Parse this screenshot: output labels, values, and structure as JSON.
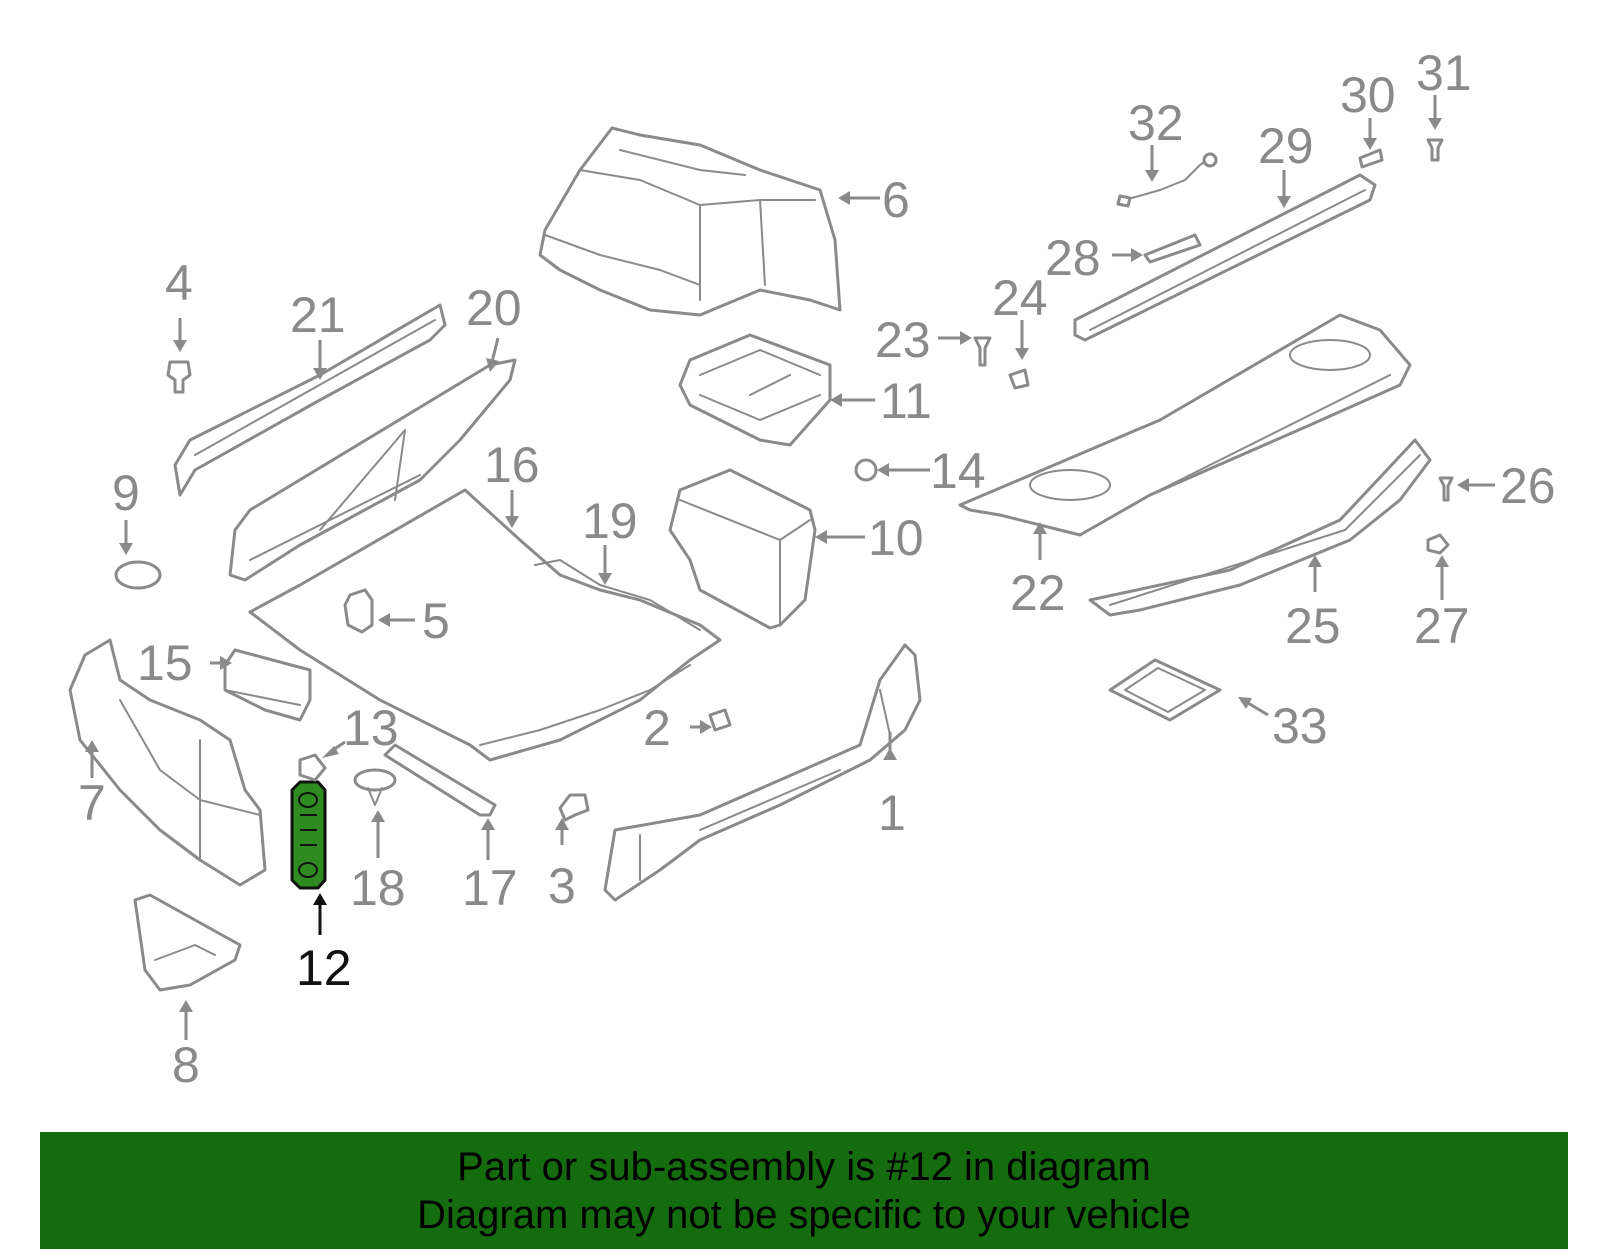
{
  "diagram": {
    "callouts": [
      {
        "id": "1",
        "label": "1"
      },
      {
        "id": "2",
        "label": "2"
      },
      {
        "id": "3",
        "label": "3"
      },
      {
        "id": "4",
        "label": "4"
      },
      {
        "id": "5",
        "label": "5"
      },
      {
        "id": "6",
        "label": "6"
      },
      {
        "id": "7",
        "label": "7"
      },
      {
        "id": "8",
        "label": "8"
      },
      {
        "id": "9",
        "label": "9"
      },
      {
        "id": "10",
        "label": "10"
      },
      {
        "id": "11",
        "label": "11"
      },
      {
        "id": "12",
        "label": "12",
        "highlighted": true
      },
      {
        "id": "13",
        "label": "13"
      },
      {
        "id": "14",
        "label": "14"
      },
      {
        "id": "15",
        "label": "15"
      },
      {
        "id": "16",
        "label": "16"
      },
      {
        "id": "17",
        "label": "17"
      },
      {
        "id": "18",
        "label": "18"
      },
      {
        "id": "19",
        "label": "19"
      },
      {
        "id": "20",
        "label": "20"
      },
      {
        "id": "21",
        "label": "21"
      },
      {
        "id": "22",
        "label": "22"
      },
      {
        "id": "23",
        "label": "23"
      },
      {
        "id": "24",
        "label": "24"
      },
      {
        "id": "25",
        "label": "25"
      },
      {
        "id": "26",
        "label": "26"
      },
      {
        "id": "27",
        "label": "27"
      },
      {
        "id": "28",
        "label": "28"
      },
      {
        "id": "29",
        "label": "29"
      },
      {
        "id": "30",
        "label": "30"
      },
      {
        "id": "31",
        "label": "31"
      },
      {
        "id": "32",
        "label": "32"
      },
      {
        "id": "33",
        "label": "33"
      }
    ],
    "colors": {
      "line": "#8a8a8a",
      "highlight_fill": "#2e8b1f",
      "highlight_line": "#111111"
    }
  },
  "banner": {
    "line1": "Part or sub-assembly is #12 in diagram",
    "line2": "Diagram may not be specific to your vehicle",
    "background": "#146c0e"
  }
}
